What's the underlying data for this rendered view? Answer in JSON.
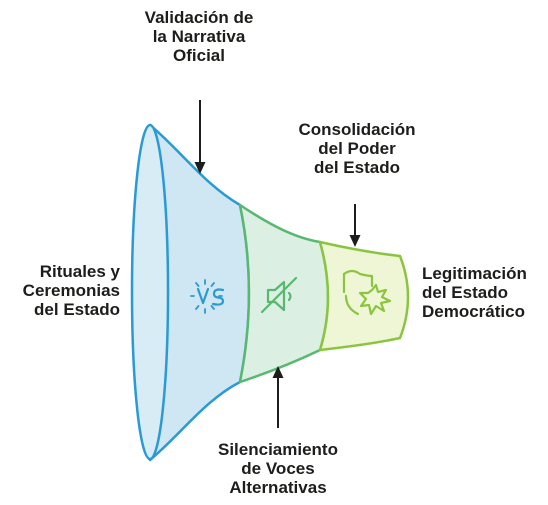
{
  "labels": {
    "top": [
      "Validación de",
      "la Narrativa",
      "Oficial"
    ],
    "upper_right": [
      "Consolidación",
      "del Poder",
      "del Estado"
    ],
    "left": [
      "Rituales y",
      "Ceremonias",
      "del Estado"
    ],
    "right": [
      "Legitimación",
      "del Estado",
      "Democrático"
    ],
    "bottom": [
      "Silenciamiento",
      "de Voces",
      "Alternativas"
    ]
  },
  "icons": {
    "section_1": "vs-icon",
    "section_2": "muted-speaker-icon",
    "section_3": "shield-burst-icon"
  },
  "colors": {
    "blue_fill": "#cfe7f3",
    "blue_stroke": "#2a9ad6",
    "green_fill": "#dcefe3",
    "green_stroke": "#58b870",
    "lime_fill": "#eef6d6",
    "lime_stroke": "#8bc53f",
    "text": "#1d1d1b"
  }
}
